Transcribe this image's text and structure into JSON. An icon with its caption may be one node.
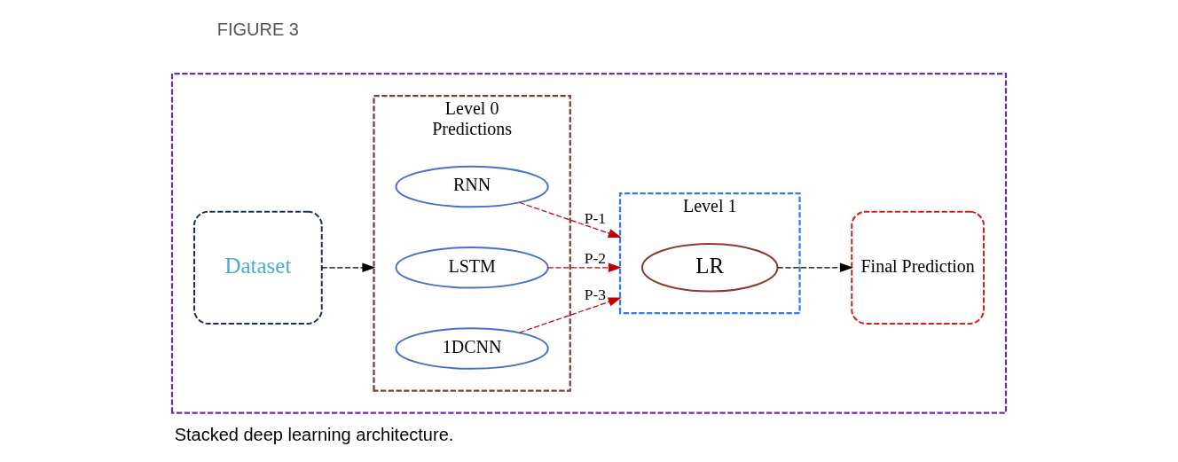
{
  "diagram": {
    "caption": "Stacked deep learning architecture.",
    "nodes": [
      {
        "text": [],
        "shape": "box"
      },
      {
        "text": [
          "Dataset"
        ],
        "in": 0
      },
      {
        "text": [
          "Level 0",
          "Predictions"
        ],
        "in": 0
      },
      {
        "text": [
          "RNN"
        ],
        "in": 2
      },
      {
        "text": [
          "LSTM"
        ],
        "in": 2
      },
      {
        "text": [
          "1DCNN"
        ],
        "in": 2
      },
      {
        "text": [
          "Level 1"
        ],
        "in": 0
      },
      {
        "text": [
          "LR"
        ],
        "in": 6
      },
      {
        "text": [
          "Final Prediction"
        ],
        "in": 0
      }
    ],
    "edges": [
      {
        "from": 1,
        "to": 2,
        "arrow": "to",
        "style": "dashed",
        "color": "#000000"
      },
      {
        "from": 3,
        "to": 6,
        "arrow": "to",
        "label": "P-1",
        "style": "dashed",
        "color": "#c00000"
      },
      {
        "from": 4,
        "to": 6,
        "arrow": "to",
        "label": "P-2",
        "style": "dashed",
        "color": "#c00000"
      },
      {
        "from": 5,
        "to": 6,
        "arrow": "to",
        "label": "P-3",
        "style": "dashed",
        "color": "#c00000"
      },
      {
        "from": 7,
        "to": 8,
        "arrow": "to",
        "style": "dashed",
        "color": "#000000"
      }
    ],
    "labels": [
      "FIGURE 3"
    ]
  }
}
